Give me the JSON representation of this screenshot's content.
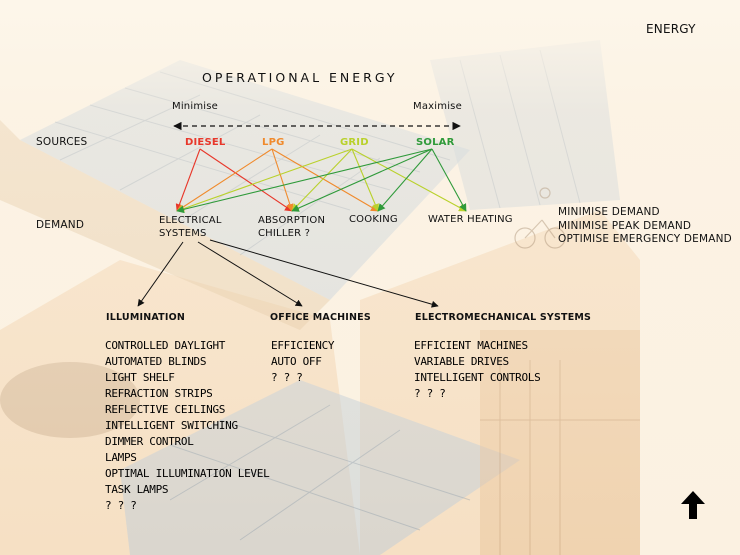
{
  "corner_title": "ENERGY",
  "title": "OPERATIONAL ENERGY",
  "scale": {
    "min_label": "Minimise",
    "max_label": "Maximise"
  },
  "row_labels": {
    "sources": "SOURCES",
    "demand": "DEMAND"
  },
  "sources": [
    {
      "id": "diesel",
      "label": "DIESEL",
      "color": "#e8372a"
    },
    {
      "id": "lpg",
      "label": "LPG",
      "color": "#f08a2c"
    },
    {
      "id": "grid",
      "label": "GRID",
      "color": "#b9d12b"
    },
    {
      "id": "solar",
      "label": "SOLAR",
      "color": "#2f9a3a"
    }
  ],
  "demands": [
    {
      "id": "electrical",
      "line1": "ELECTRICAL",
      "line2": "SYSTEMS"
    },
    {
      "id": "absorption",
      "line1": "ABSORPTION",
      "line2": "CHILLER ?"
    },
    {
      "id": "cooking",
      "line1": "COOKING"
    },
    {
      "id": "water",
      "line1": "WATER HEATING"
    }
  ],
  "strategies": [
    "MINIMISE DEMAND",
    "MINIMISE PEAK DEMAND",
    "OPTIMISE EMERGENCY DEMAND"
  ],
  "categories": [
    {
      "id": "illumination",
      "title": "ILLUMINATION",
      "items": [
        "CONTROLLED DAYLIGHT",
        "AUTOMATED BLINDS",
        "LIGHT SHELF",
        "REFRACTION STRIPS",
        "REFLECTIVE CEILINGS",
        "INTELLIGENT SWITCHING",
        "DIMMER CONTROL",
        "LAMPS",
        "OPTIMAL ILLUMINATION LEVEL",
        "TASK LAMPS",
        "? ? ?"
      ]
    },
    {
      "id": "office",
      "title": "OFFICE MACHINES",
      "items": [
        "EFFICIENCY",
        "AUTO OFF",
        "? ? ?"
      ]
    },
    {
      "id": "electromech",
      "title": "ELECTROMECHANICAL SYSTEMS",
      "items": [
        "EFFICIENT MACHINES",
        "VARIABLE DRIVES",
        "INTELLIGENT CONTROLS",
        "? ? ?"
      ]
    }
  ],
  "connections": [
    [
      "diesel",
      "electrical"
    ],
    [
      "diesel",
      "absorption"
    ],
    [
      "lpg",
      "electrical"
    ],
    [
      "lpg",
      "absorption"
    ],
    [
      "lpg",
      "cooking"
    ],
    [
      "grid",
      "electrical"
    ],
    [
      "grid",
      "absorption"
    ],
    [
      "grid",
      "cooking"
    ],
    [
      "grid",
      "water"
    ],
    [
      "solar",
      "electrical"
    ],
    [
      "solar",
      "absorption"
    ],
    [
      "solar",
      "cooking"
    ],
    [
      "solar",
      "water"
    ]
  ],
  "icon": "up-arrow-icon"
}
